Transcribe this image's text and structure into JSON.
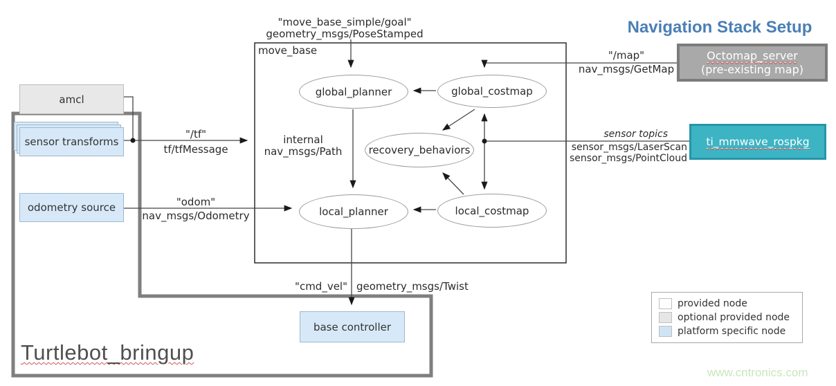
{
  "title": "Navigation Stack Setup",
  "watermark": "www.cntronics.com",
  "move_base": {
    "label": "move_base",
    "nodes": {
      "global_planner": "global_planner",
      "global_costmap": "global_costmap",
      "recovery_behaviors": "recovery_behaviors",
      "local_planner": "local_planner",
      "local_costmap": "local_costmap"
    },
    "internal_line1": "internal",
    "internal_line2": "nav_msgs/Path"
  },
  "external_nodes": {
    "amcl": "amcl",
    "sensor_transforms": "sensor transforms",
    "odometry_source": "odometry source",
    "base_controller": "base controller",
    "octomap_line1": "Octomap_server",
    "octomap_line2": "(pre-existing map)",
    "ti_mmwave": "ti_mmwave_rospkg",
    "turtlebot_bringup": "Turtlebot_bringup"
  },
  "topics": {
    "goal_line1": "\"move_base_simple/goal\"",
    "goal_line2": "geometry_msgs/PoseStamped",
    "map_line1": "\"/map\"",
    "map_line2": "nav_msgs/GetMap",
    "tf_line1": "\"/tf\"",
    "tf_line2": "tf/tfMessage",
    "odom_line1": "\"odom\"",
    "odom_line2": "nav_msgs/Odometry",
    "sensor_line1": "sensor topics",
    "sensor_line2": "sensor_msgs/LaserScan",
    "sensor_line3": "sensor_msgs/PointCloud",
    "cmd_vel_line1": "\"cmd_vel\"",
    "cmd_vel_line2": "geometry_msgs/Twist"
  },
  "legend": {
    "items": [
      {
        "label": "provided node",
        "color": "#fefefe"
      },
      {
        "label": "optional provided node",
        "color": "#e6e6e6"
      },
      {
        "label": "platform specific node",
        "color": "#cfe4f5"
      }
    ]
  },
  "colors": {
    "title_blue": "#4a7fb5",
    "teal_node": "#3cb4c4",
    "platform_blue": "#d7e9f8",
    "optional_gray": "#e8e8e8",
    "octomap_gray": "#a9a9a9",
    "container_border": "#7f7f7f",
    "watermark_green": "#c9e6bd"
  }
}
